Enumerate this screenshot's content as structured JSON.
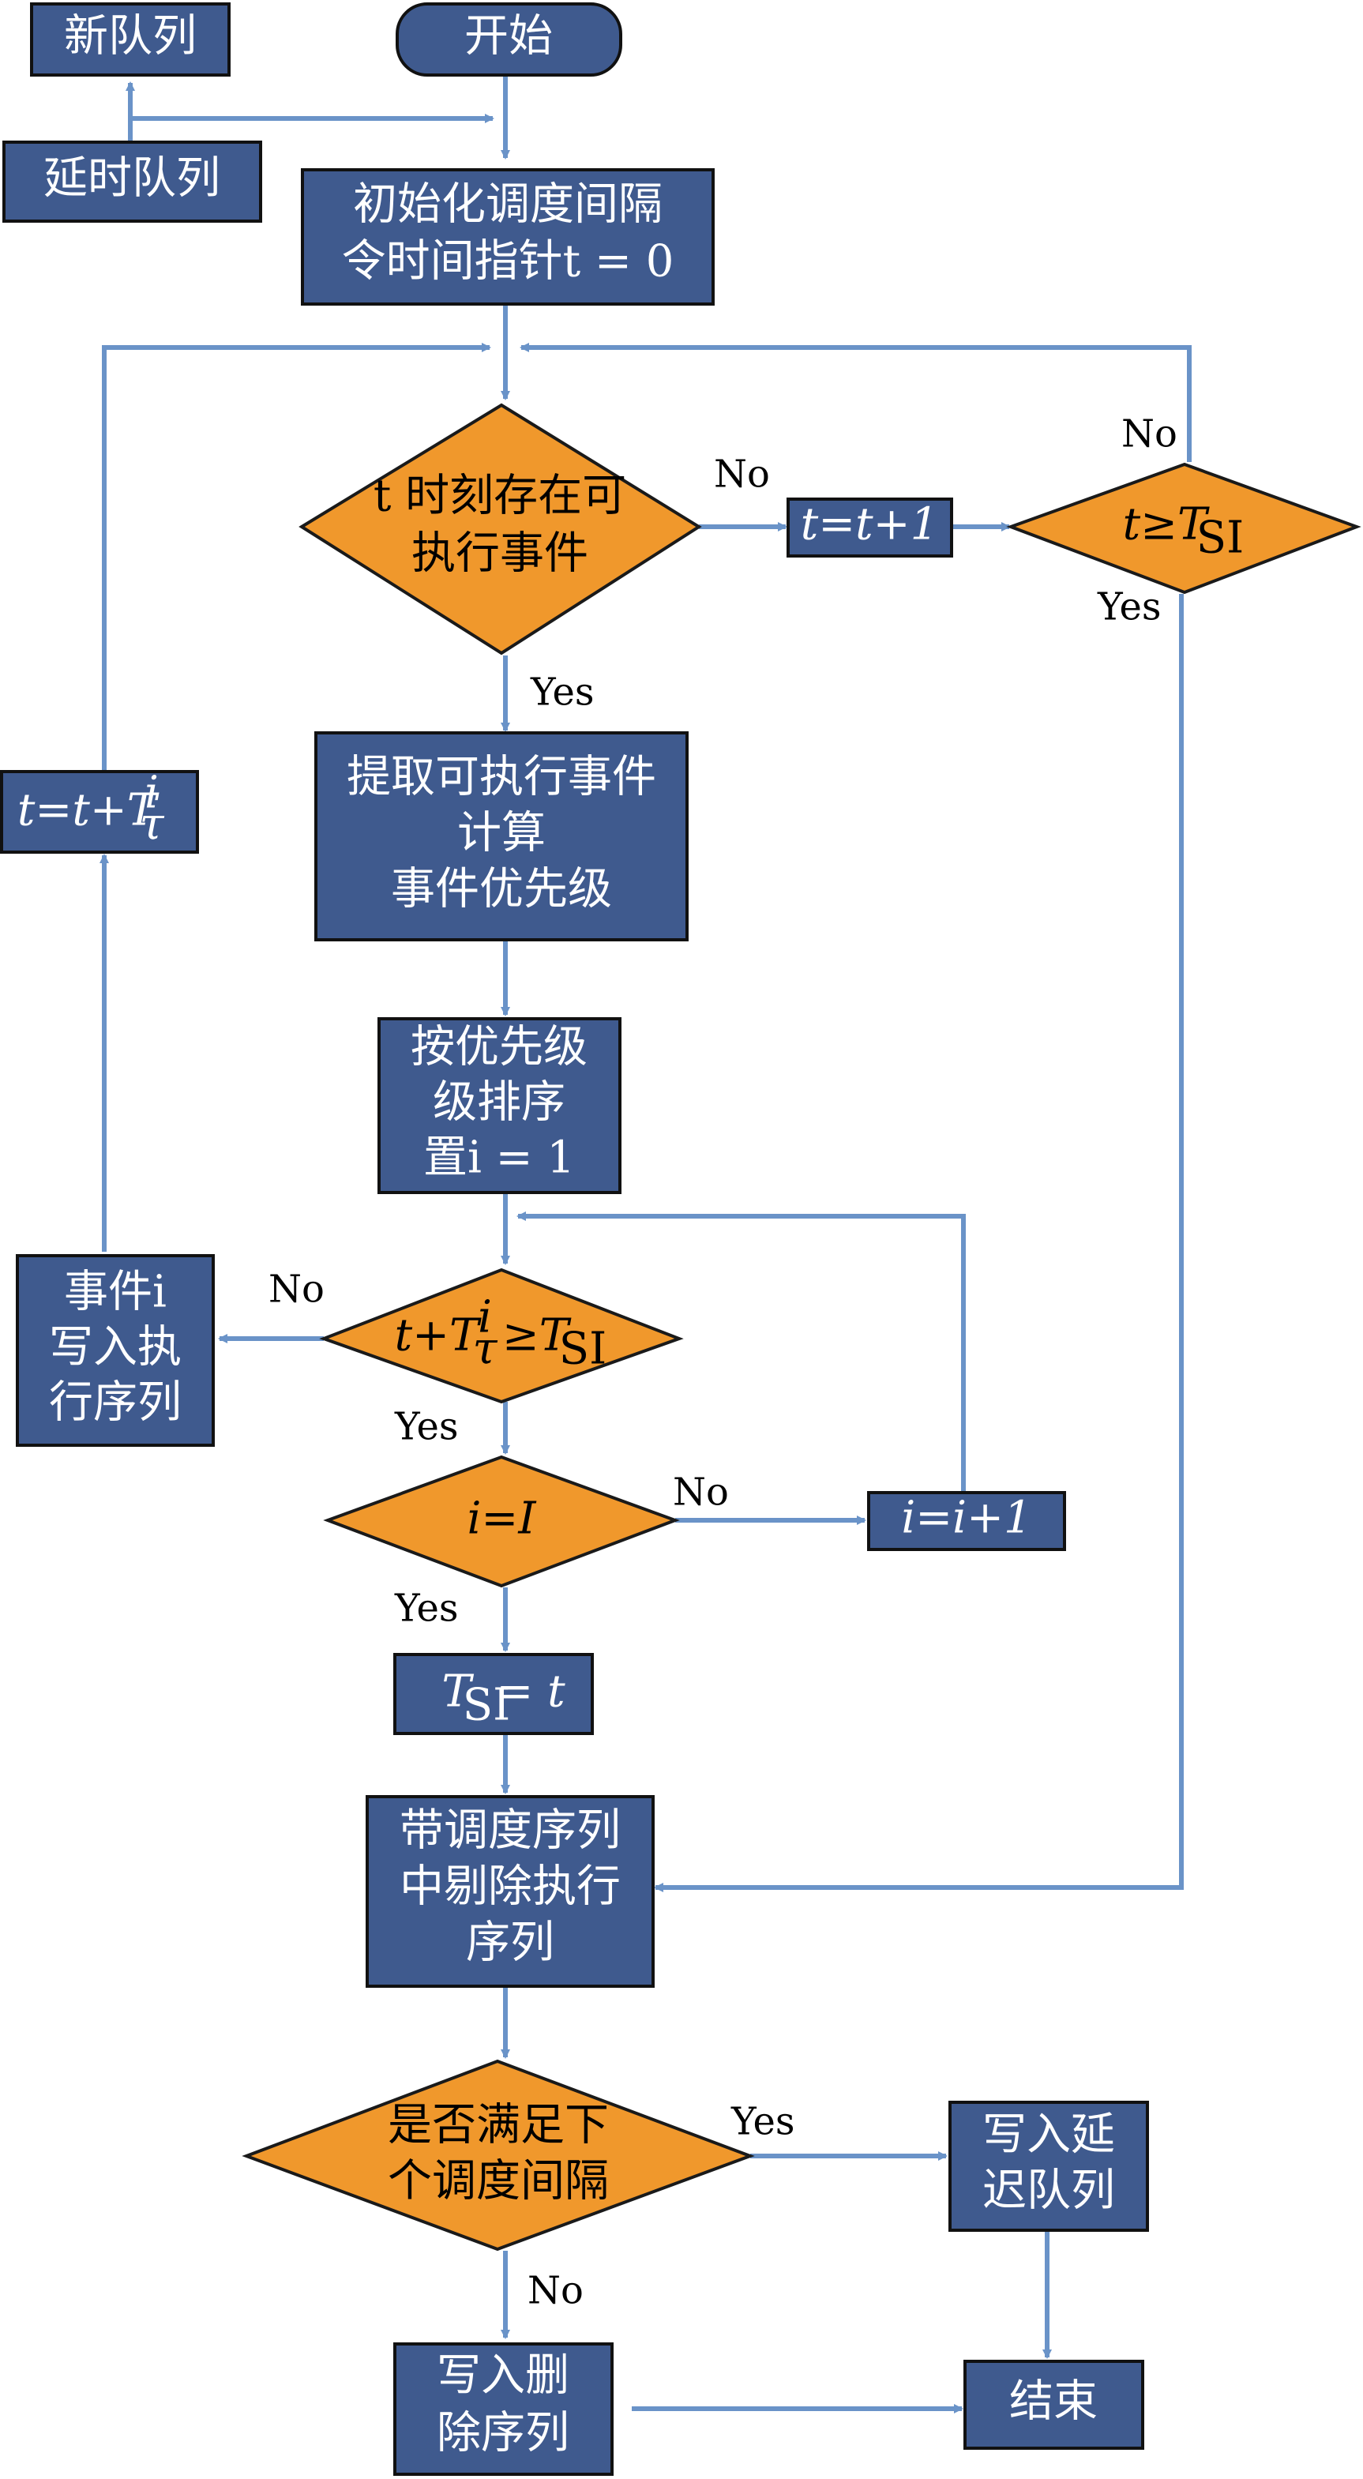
{
  "nodes": {
    "new_queue": "新队列",
    "start": "开始",
    "delay_queue": "延时队列",
    "init": [
      "初始化调度间隔",
      "令时间指针t = 0"
    ],
    "exec_exists": [
      "t 时刻存在可",
      "执行事件"
    ],
    "t_inc": "t=t+1",
    "t_ge_tsi": "t≥T",
    "t_ge_tsi_sub": "SI",
    "extract": [
      "提取可执行事件",
      "计算",
      "事件优先级"
    ],
    "sort": [
      "按优先级",
      "级排序",
      "置i = 1"
    ],
    "check": "t+T",
    "check_sup": "i",
    "check_sub": "τ",
    "check_tail": "≥T",
    "check_tail_sub": "SI",
    "write_exec": [
      "事件i",
      "写入执",
      "行序列"
    ],
    "t_plus_t": "t=t+T",
    "t_plus_t_sup": "i",
    "t_plus_t_sub": "τ",
    "i_eq_I": "i=I",
    "i_inc": "i=i+1",
    "tsi_eq_t": "T",
    "tsi_eq_t_sub": "SI",
    "tsi_eq_t_tail": "= t",
    "remove": [
      "带调度序列",
      "中剔除执行",
      "序列"
    ],
    "satisfy": [
      "是否满足下",
      "个调度间隔"
    ],
    "write_delay": [
      "写入延",
      "迟队列"
    ],
    "write_delete": [
      "写入删",
      "除序列"
    ],
    "end": "结束"
  },
  "labels": {
    "no": "No",
    "yes": "Yes"
  },
  "colors": {
    "box_fill": "#3f5a8e",
    "diamond_fill": "#f0982c",
    "arrow": "#6a93c8"
  }
}
